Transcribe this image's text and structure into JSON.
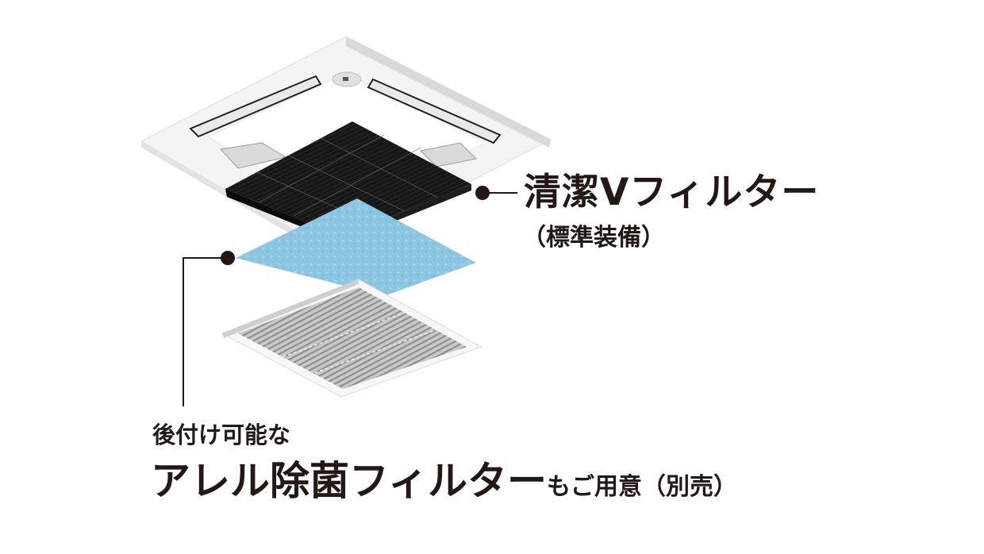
{
  "image": {
    "description": "Exploded view of a ceiling cassette air conditioner panel showing filters",
    "parts": [
      {
        "name": "ceiling-panel",
        "color": "#f2f2f2"
      },
      {
        "name": "black-filter",
        "color": "#141414"
      },
      {
        "name": "blue-filter-sheet",
        "color": "#8cc6e0"
      },
      {
        "name": "intake-grille",
        "color": "#bdbdbd"
      }
    ]
  },
  "callouts": {
    "standard_filter": {
      "title": "清潔Vフィルター",
      "subtitle": "（標準装備）"
    },
    "optional_filter": {
      "prefix": "後付け可能な",
      "title": "アレル除菌フィルター",
      "suffix": "もご用意（別売）"
    }
  },
  "colors": {
    "text": "#231815",
    "leader_line": "#231815",
    "blue_filter": "#8cc6e0",
    "black_filter": "#141414"
  }
}
